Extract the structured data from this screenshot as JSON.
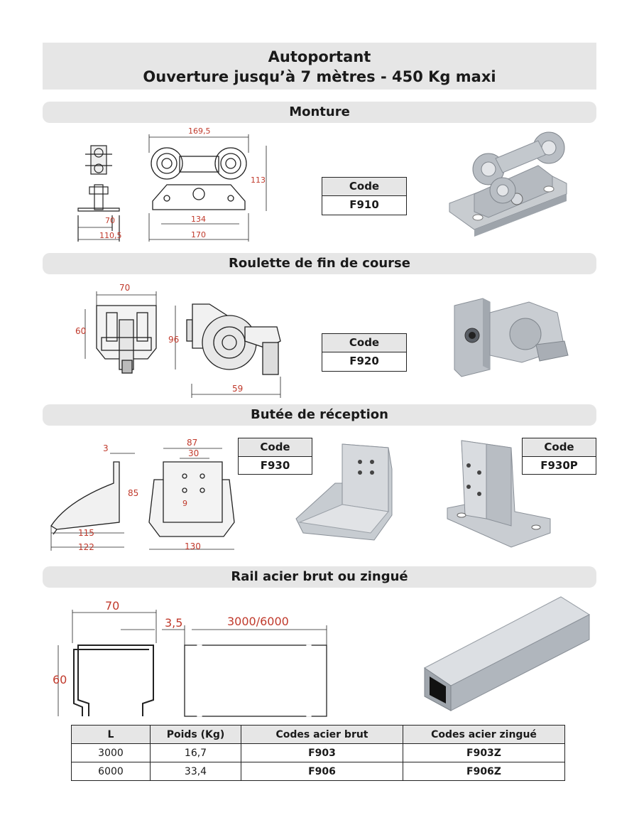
{
  "header": {
    "line1": "Autoportant",
    "line2": "Ouverture jusqu’à 7 mètres - 450 Kg maxi"
  },
  "sections": {
    "monture": {
      "title": "Monture",
      "code_label": "Code",
      "code": "F910",
      "dims": {
        "top": "169,5",
        "height": "113",
        "a": "70",
        "b": "110,5",
        "c": "134",
        "d": "170"
      }
    },
    "roulette": {
      "title": "Roulette de fin de course",
      "code_label": "Code",
      "code": "F920",
      "dims": {
        "top": "70",
        "left": "60",
        "h2": "96",
        "bottom": "59"
      }
    },
    "butee": {
      "title": "Butée de réception",
      "code1_label": "Code",
      "code1": "F930",
      "code2_label": "Code",
      "code2": "F930P",
      "dims": {
        "t": "3",
        "h": "85",
        "a": "115",
        "b": "122",
        "w1": "87",
        "w2": "30",
        "w3": "130",
        "hole": "9"
      }
    },
    "rail": {
      "title": "Rail acier brut ou zingué",
      "dims": {
        "w": "70",
        "t": "3,5",
        "len": "3000/6000",
        "h": "60"
      },
      "table": {
        "headers": [
          "L",
          "Poids (Kg)",
          "Codes acier brut",
          "Codes acier zingué"
        ],
        "rows": [
          [
            "3000",
            "16,7",
            "F903",
            "F903Z"
          ],
          [
            "6000",
            "33,4",
            "F906",
            "F906Z"
          ]
        ]
      }
    }
  }
}
